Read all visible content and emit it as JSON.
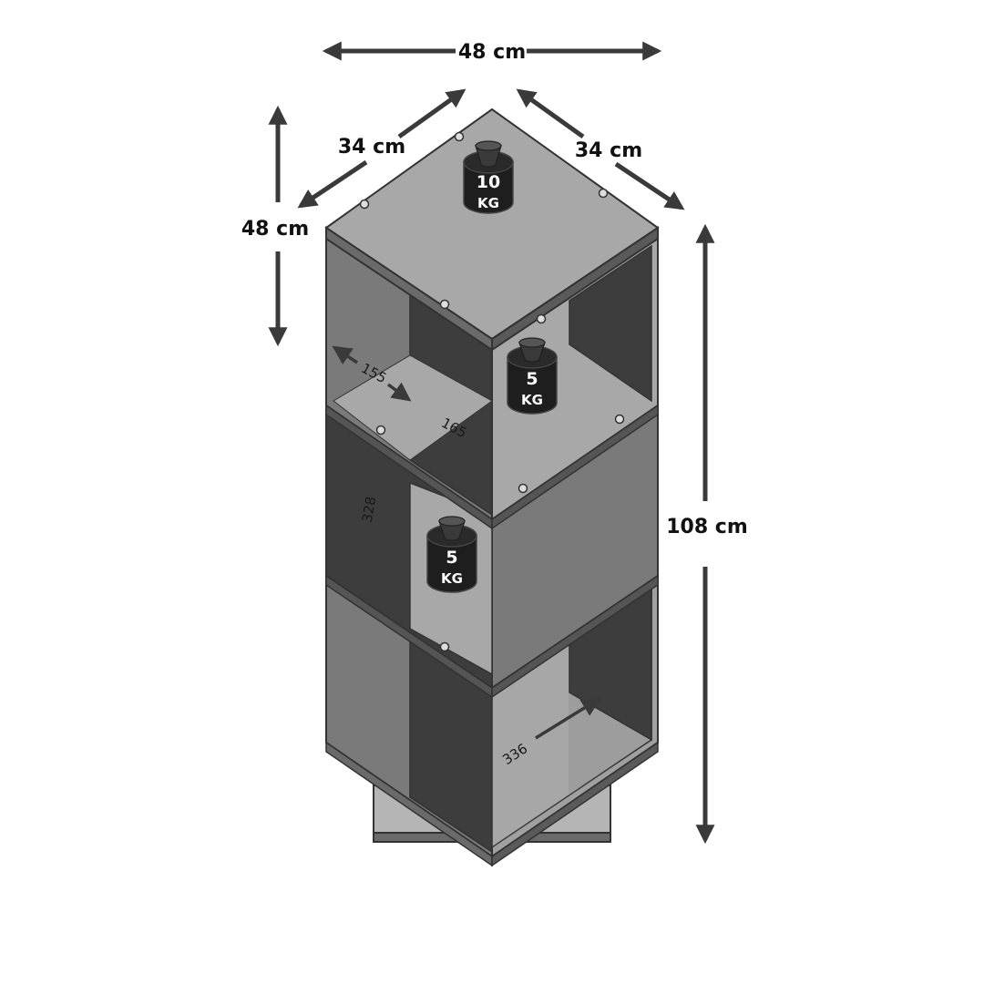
{
  "dimensions": {
    "top_width": "48 cm",
    "depth_left": "34 cm",
    "depth_right": "34 cm",
    "cube_height": "48 cm",
    "total_height": "108 cm"
  },
  "inner_dimensions": {
    "a": "155",
    "b": "165",
    "c": "328",
    "d": "336"
  },
  "weights": [
    {
      "value": "10",
      "unit": "KG"
    },
    {
      "value": "5",
      "unit": "KG"
    },
    {
      "value": "5",
      "unit": "KG"
    }
  ],
  "colors": {
    "top_face": "#a8a8a8",
    "mid_gray": "#7a7a7a",
    "dark_gray": "#3d3d3d",
    "edge": "#333333",
    "arrow": "#3a3a3a",
    "weight_body": "#1e1e1e"
  }
}
